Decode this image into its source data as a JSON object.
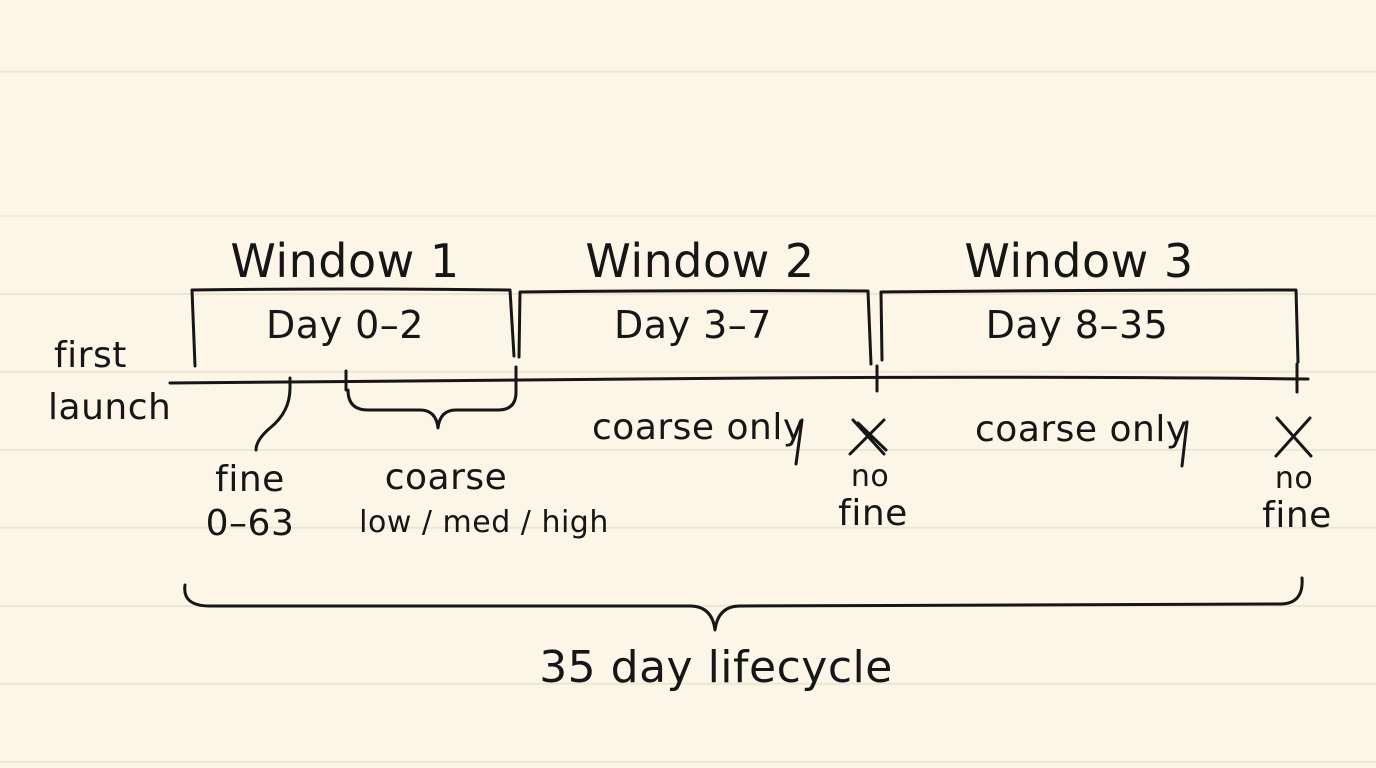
{
  "start_label": [
    "first",
    "launch"
  ],
  "windows": [
    {
      "title": "Window 1",
      "days": "Day 0–2"
    },
    {
      "title": "Window 2",
      "days": "Day 3–7"
    },
    {
      "title": "Window 3",
      "days": "Day 8–35"
    }
  ],
  "window1_notes": {
    "fine": "fine",
    "fine_range": "0–63",
    "coarse": "coarse",
    "coarse_levels": "low / med / high"
  },
  "window2_note": "coarse only",
  "window3_note": "coarse only",
  "no_fine_marks": [
    {
      "line1": "no",
      "line2": "fine"
    },
    {
      "line1": "no",
      "line2": "fine"
    }
  ],
  "lifecycle_label": "35 day lifecycle"
}
